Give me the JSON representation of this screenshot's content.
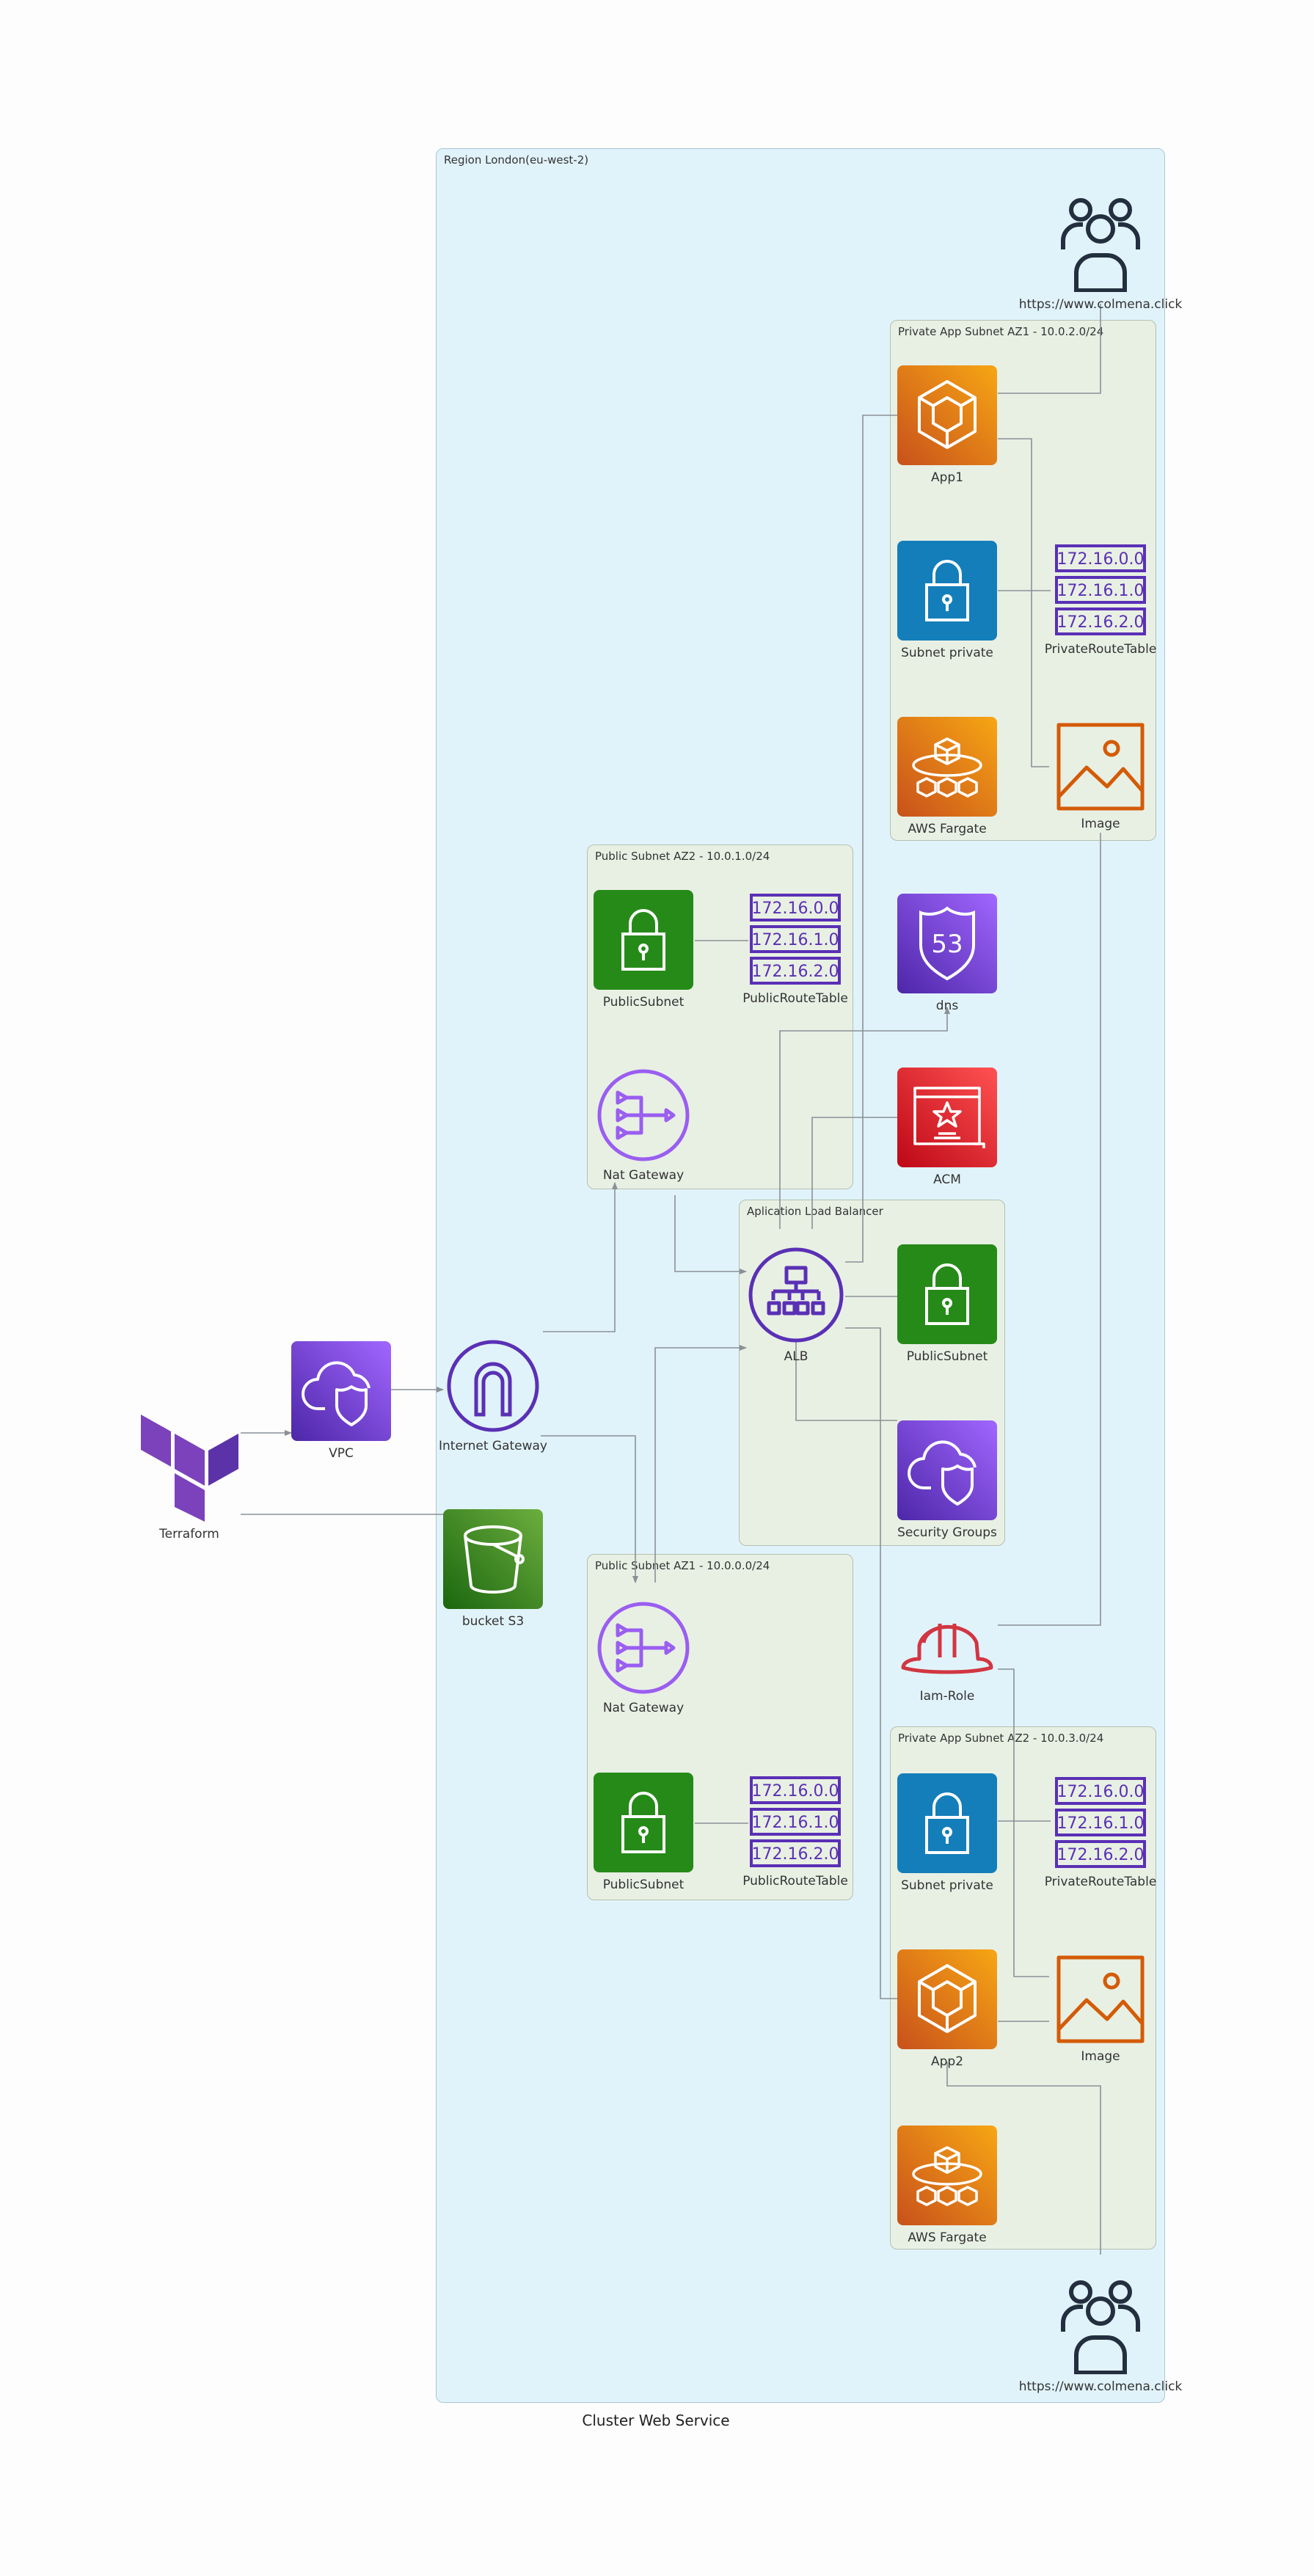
{
  "caption": "Cluster Web Service",
  "region": {
    "label": "Region London(eu-west-2)"
  },
  "groups": {
    "private_az1": "Private App Subnet AZ1 - 10.0.2.0/24",
    "public_az2": "Public Subnet AZ2 - 10.0.1.0/24",
    "alb": "Aplication Load Balancer",
    "public_az1": "Public Subnet AZ1 - 10.0.0.0/24",
    "private_az2": "Private App Subnet AZ2 - 10.0.3.0/24"
  },
  "nodes": {
    "users_top": "https://www.colmena.click",
    "app1": "App1",
    "subnet_private_1": "Subnet private",
    "private_rt_1": "PrivateRouteTable",
    "fargate_1": "AWS Fargate",
    "image_1": "Image",
    "public_subnet_az2": "PublicSubnet",
    "public_rt_az2": "PublicRouteTable",
    "dns": "dns",
    "nat_az2": "Nat Gateway",
    "acm": "ACM",
    "alb": "ALB",
    "alb_public_subnet": "PublicSubnet",
    "security_groups": "Security Groups",
    "vpc": "VPC",
    "igw": "Internet Gateway",
    "terraform": "Terraform",
    "s3": "bucket S3",
    "nat_az1": "Nat Gateway",
    "iam_role": "Iam-Role",
    "public_subnet_az1": "PublicSubnet",
    "public_rt_az1": "PublicRouteTable",
    "subnet_private_2": "Subnet private",
    "private_rt_2": "PrivateRouteTable",
    "app2": "App2",
    "image_2": "Image",
    "fargate_2": "AWS Fargate",
    "users_bottom": "https://www.colmena.click"
  },
  "route_table_ips": [
    "172.16.0.0",
    "172.16.1.0",
    "172.16.2.0"
  ],
  "r53_badge": "53",
  "colors": {
    "compute_orange": "#ea6b10",
    "subnet_green": "#268a18",
    "subnet_blue": "#147eba",
    "network_purple": "#7547dc",
    "acm_red": "#d4202f",
    "s3_green": "#4a8b2c",
    "terraform": "#7b42bc",
    "iam_red": "#d13642",
    "users_dark": "#232f3e",
    "edge_gray": "#8a9096"
  }
}
